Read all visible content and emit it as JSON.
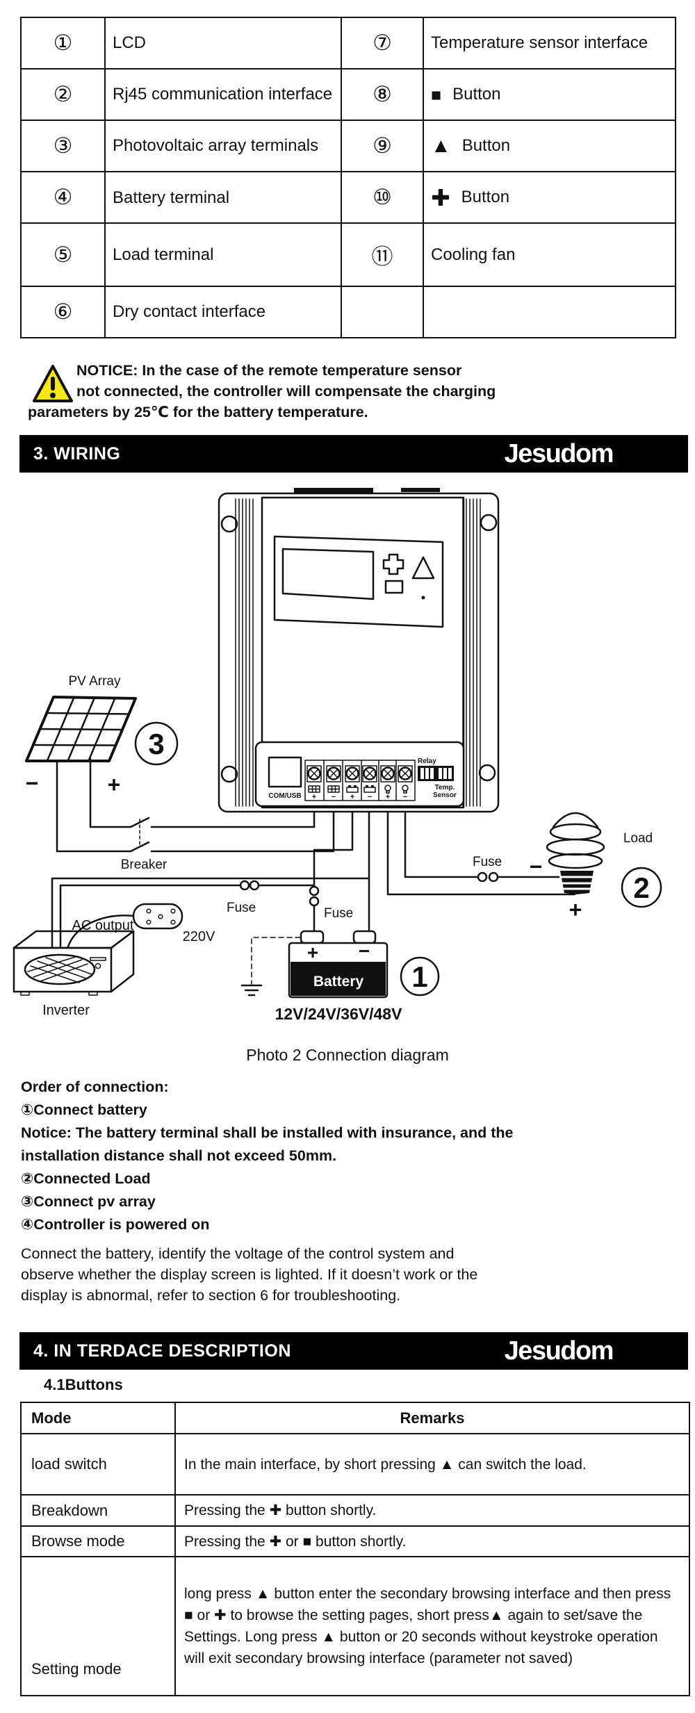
{
  "icons": {
    "square-button-icon": "■",
    "triangle-button-icon": "▲",
    "plus-button-icon": "✚",
    "warning-icon": "!"
  },
  "colors": {
    "warning_yellow": "#f6e71c",
    "ink": "#111111",
    "bar_bg": "#000000"
  },
  "parts_table": {
    "rows": [
      {
        "num_left": "①",
        "label_left": "LCD",
        "num_right": "⑦",
        "icon_right": "none",
        "label_right": "Temperature sensor interface"
      },
      {
        "num_left": "②",
        "label_left": "Rj45 communication interface",
        "num_right": "⑧",
        "icon_right": "square-button-icon",
        "label_right": "Button"
      },
      {
        "num_left": "③",
        "label_left": "Photovoltaic array terminals",
        "num_right": "⑨",
        "icon_right": "triangle-button-icon",
        "label_right": "Button"
      },
      {
        "num_left": "④",
        "label_left": "Battery terminal",
        "num_right": "⑩",
        "icon_right": "plus-button-icon",
        "label_right": "Button"
      },
      {
        "num_left": "⑤",
        "label_left": "Load terminal",
        "num_right": "⑪",
        "icon_right": "none",
        "label_right": "Cooling fan"
      },
      {
        "num_left": "⑥",
        "label_left": "Dry contact interface",
        "num_right": "",
        "icon_right": "none",
        "label_right": ""
      }
    ]
  },
  "notice": {
    "lines": [
      "NOTICE: In the case of the remote temperature sensor",
      "not connected, the controller will compensate the charging",
      "parameters by 25℃ for the battery temperature."
    ]
  },
  "section3": {
    "title": "3. WIRING",
    "brand": "Jesudom"
  },
  "diagram": {
    "caption": "Photo 2  Connection diagram",
    "labels": {
      "pv_array": "PV Array",
      "pv_minus": "−",
      "pv_plus": "+",
      "num3": "3",
      "breaker": "Breaker",
      "fuse_inverter": "Fuse",
      "fuse_battery": "Fuse",
      "fuse_load": "Fuse",
      "ac_output": "AC output",
      "voltage_220": "220V",
      "inverter": "Inverter",
      "battery_plus": "+",
      "battery_minus": "−",
      "battery": "Battery",
      "battery_voltages": "12V/24V/36V/48V",
      "num1": "1",
      "load": "Load",
      "load_minus": "−",
      "load_plus": "+",
      "num2": "2",
      "com_usb": "COM/USB",
      "relay": "Relay",
      "temp": "Temp.",
      "sensor": "Sensor",
      "term1_sign": "+",
      "term2_sign": "−",
      "term3_sign": "+",
      "term4_sign": "−",
      "term5_sign": "+",
      "term6_sign": "−"
    }
  },
  "connection_text": {
    "lines": [
      {
        "text": "Order of connection:",
        "bold": true
      },
      {
        "text": "①Connect battery",
        "bold": true
      },
      {
        "text": "Notice: The battery terminal shall be installed with insurance, and the",
        "bold": true
      },
      {
        "text": "installation distance shall not exceed 50mm.",
        "bold": true
      },
      {
        "text": "②Connected Load",
        "bold": true
      },
      {
        "text": "③Connect pv array",
        "bold": true
      },
      {
        "text": "④Controller is powered on",
        "bold": true
      },
      {
        "text": "Connect the battery, identify the voltage of the control system and",
        "bold": false
      },
      {
        "text": "observe whether the display screen is lighted. If it doesn’t work or the",
        "bold": false
      },
      {
        "text": "display is abnormal, refer to section 6 for troubleshooting.",
        "bold": false
      }
    ]
  },
  "section4": {
    "title": "4. IN TERDACE DESCRIPTION",
    "brand": "Jesudom",
    "subsection": "4.1Buttons"
  },
  "buttons_table": {
    "headers": [
      "Mode",
      "Remarks"
    ],
    "rows": [
      {
        "mode": "load switch",
        "remarks": "In the main interface, by short pressing ▲ can switch the load."
      },
      {
        "mode": "Breakdown",
        "remarks": "Pressing the ✚ button shortly."
      },
      {
        "mode": "Browse mode",
        "remarks": "Pressing the ✚ or ■ button shortly."
      },
      {
        "mode": "Setting mode",
        "remarks": "long press ▲ button enter the secondary browsing interface and then press ■ or ✚ to browse the setting pages, short press▲ again to set/save the Settings. Long press ▲ button or 20 seconds without keystroke operation will exit secondary browsing interface (parameter not saved)"
      }
    ]
  }
}
